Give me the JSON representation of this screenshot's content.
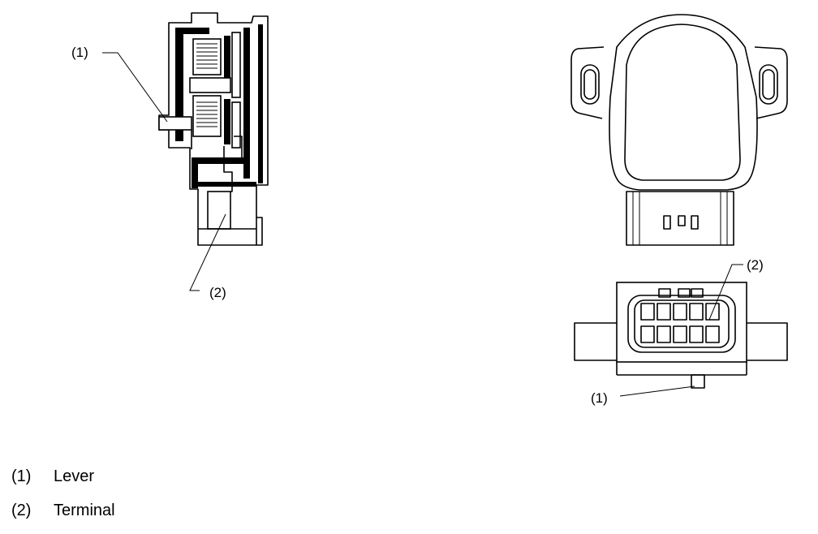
{
  "callouts": {
    "side_lever": "(1)",
    "side_terminal": "(2)",
    "connector_terminal": "(2)",
    "connector_lever": "(1)"
  },
  "legend": [
    {
      "number": "(1)",
      "label": "Lever"
    },
    {
      "number": "(2)",
      "label": "Terminal"
    }
  ]
}
